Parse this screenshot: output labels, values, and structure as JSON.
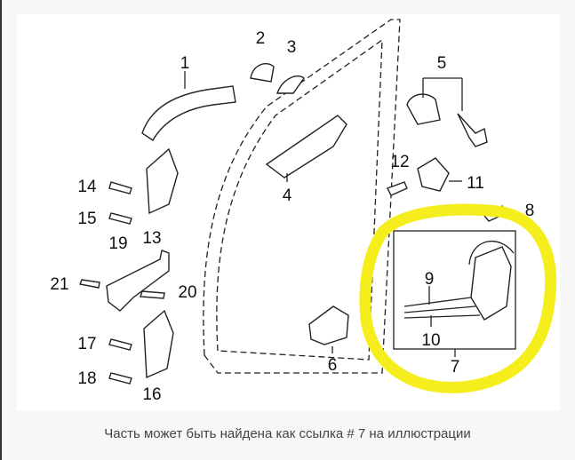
{
  "diagram": {
    "highlight_color": "#f5ee1c",
    "highlighted_ref": "7",
    "callouts": {
      "c1": "1",
      "c2": "2",
      "c3": "3",
      "c4": "4",
      "c5": "5",
      "c6": "6",
      "c7": "7",
      "c8": "8",
      "c9": "9",
      "c10": "10",
      "c11": "11",
      "c12": "12",
      "c13": "13",
      "c14": "14",
      "c15": "15",
      "c16": "16",
      "c17": "17",
      "c18": "18",
      "c19": "19",
      "c20": "20",
      "c21": "21"
    }
  },
  "caption": "Часть может быть найдена как ссылка # 7 на иллюстрации"
}
